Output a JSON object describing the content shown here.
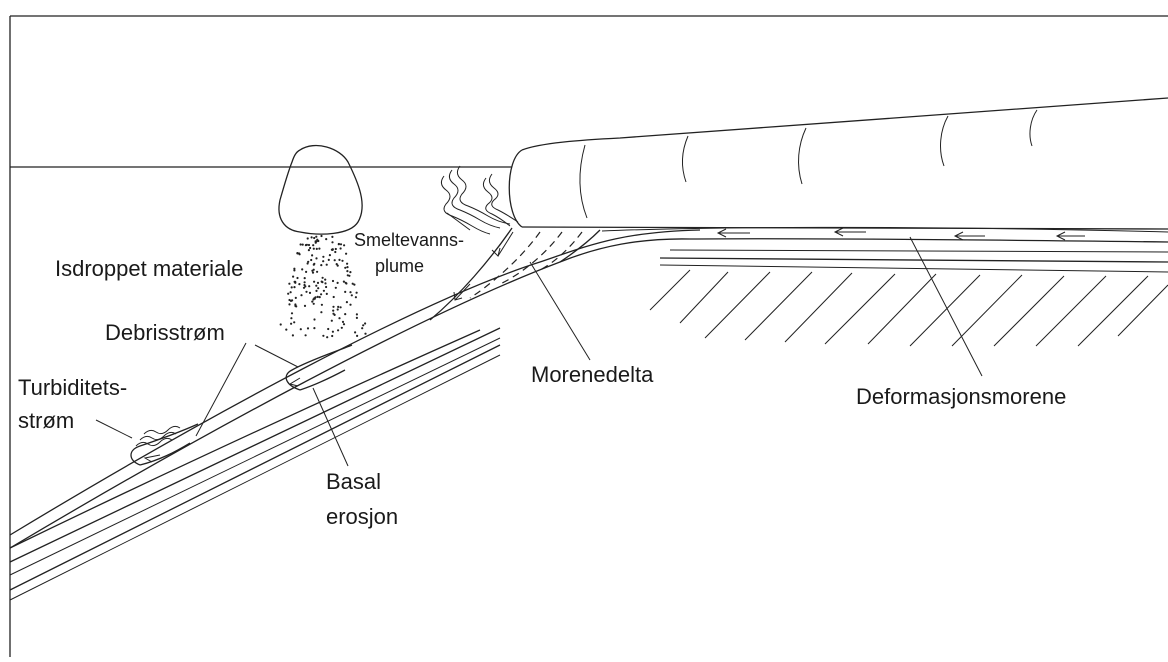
{
  "labels": {
    "iceberg_material": "Isdroppet materiale",
    "meltwater_line1": "Smeltevanns-",
    "meltwater_line2": "plume",
    "debris_flow": "Debrisstrøm",
    "turbidity_line1": "Turbiditets-",
    "turbidity_line2": "strøm",
    "moraine_delta": "Morenedelta",
    "basal_line1": "Basal",
    "basal_line2": "erosjon",
    "deformation_moraine": "Deformasjonsmorene"
  },
  "colors": {
    "stroke": "#222222",
    "text": "#1a1a1a",
    "background": "#ffffff"
  }
}
